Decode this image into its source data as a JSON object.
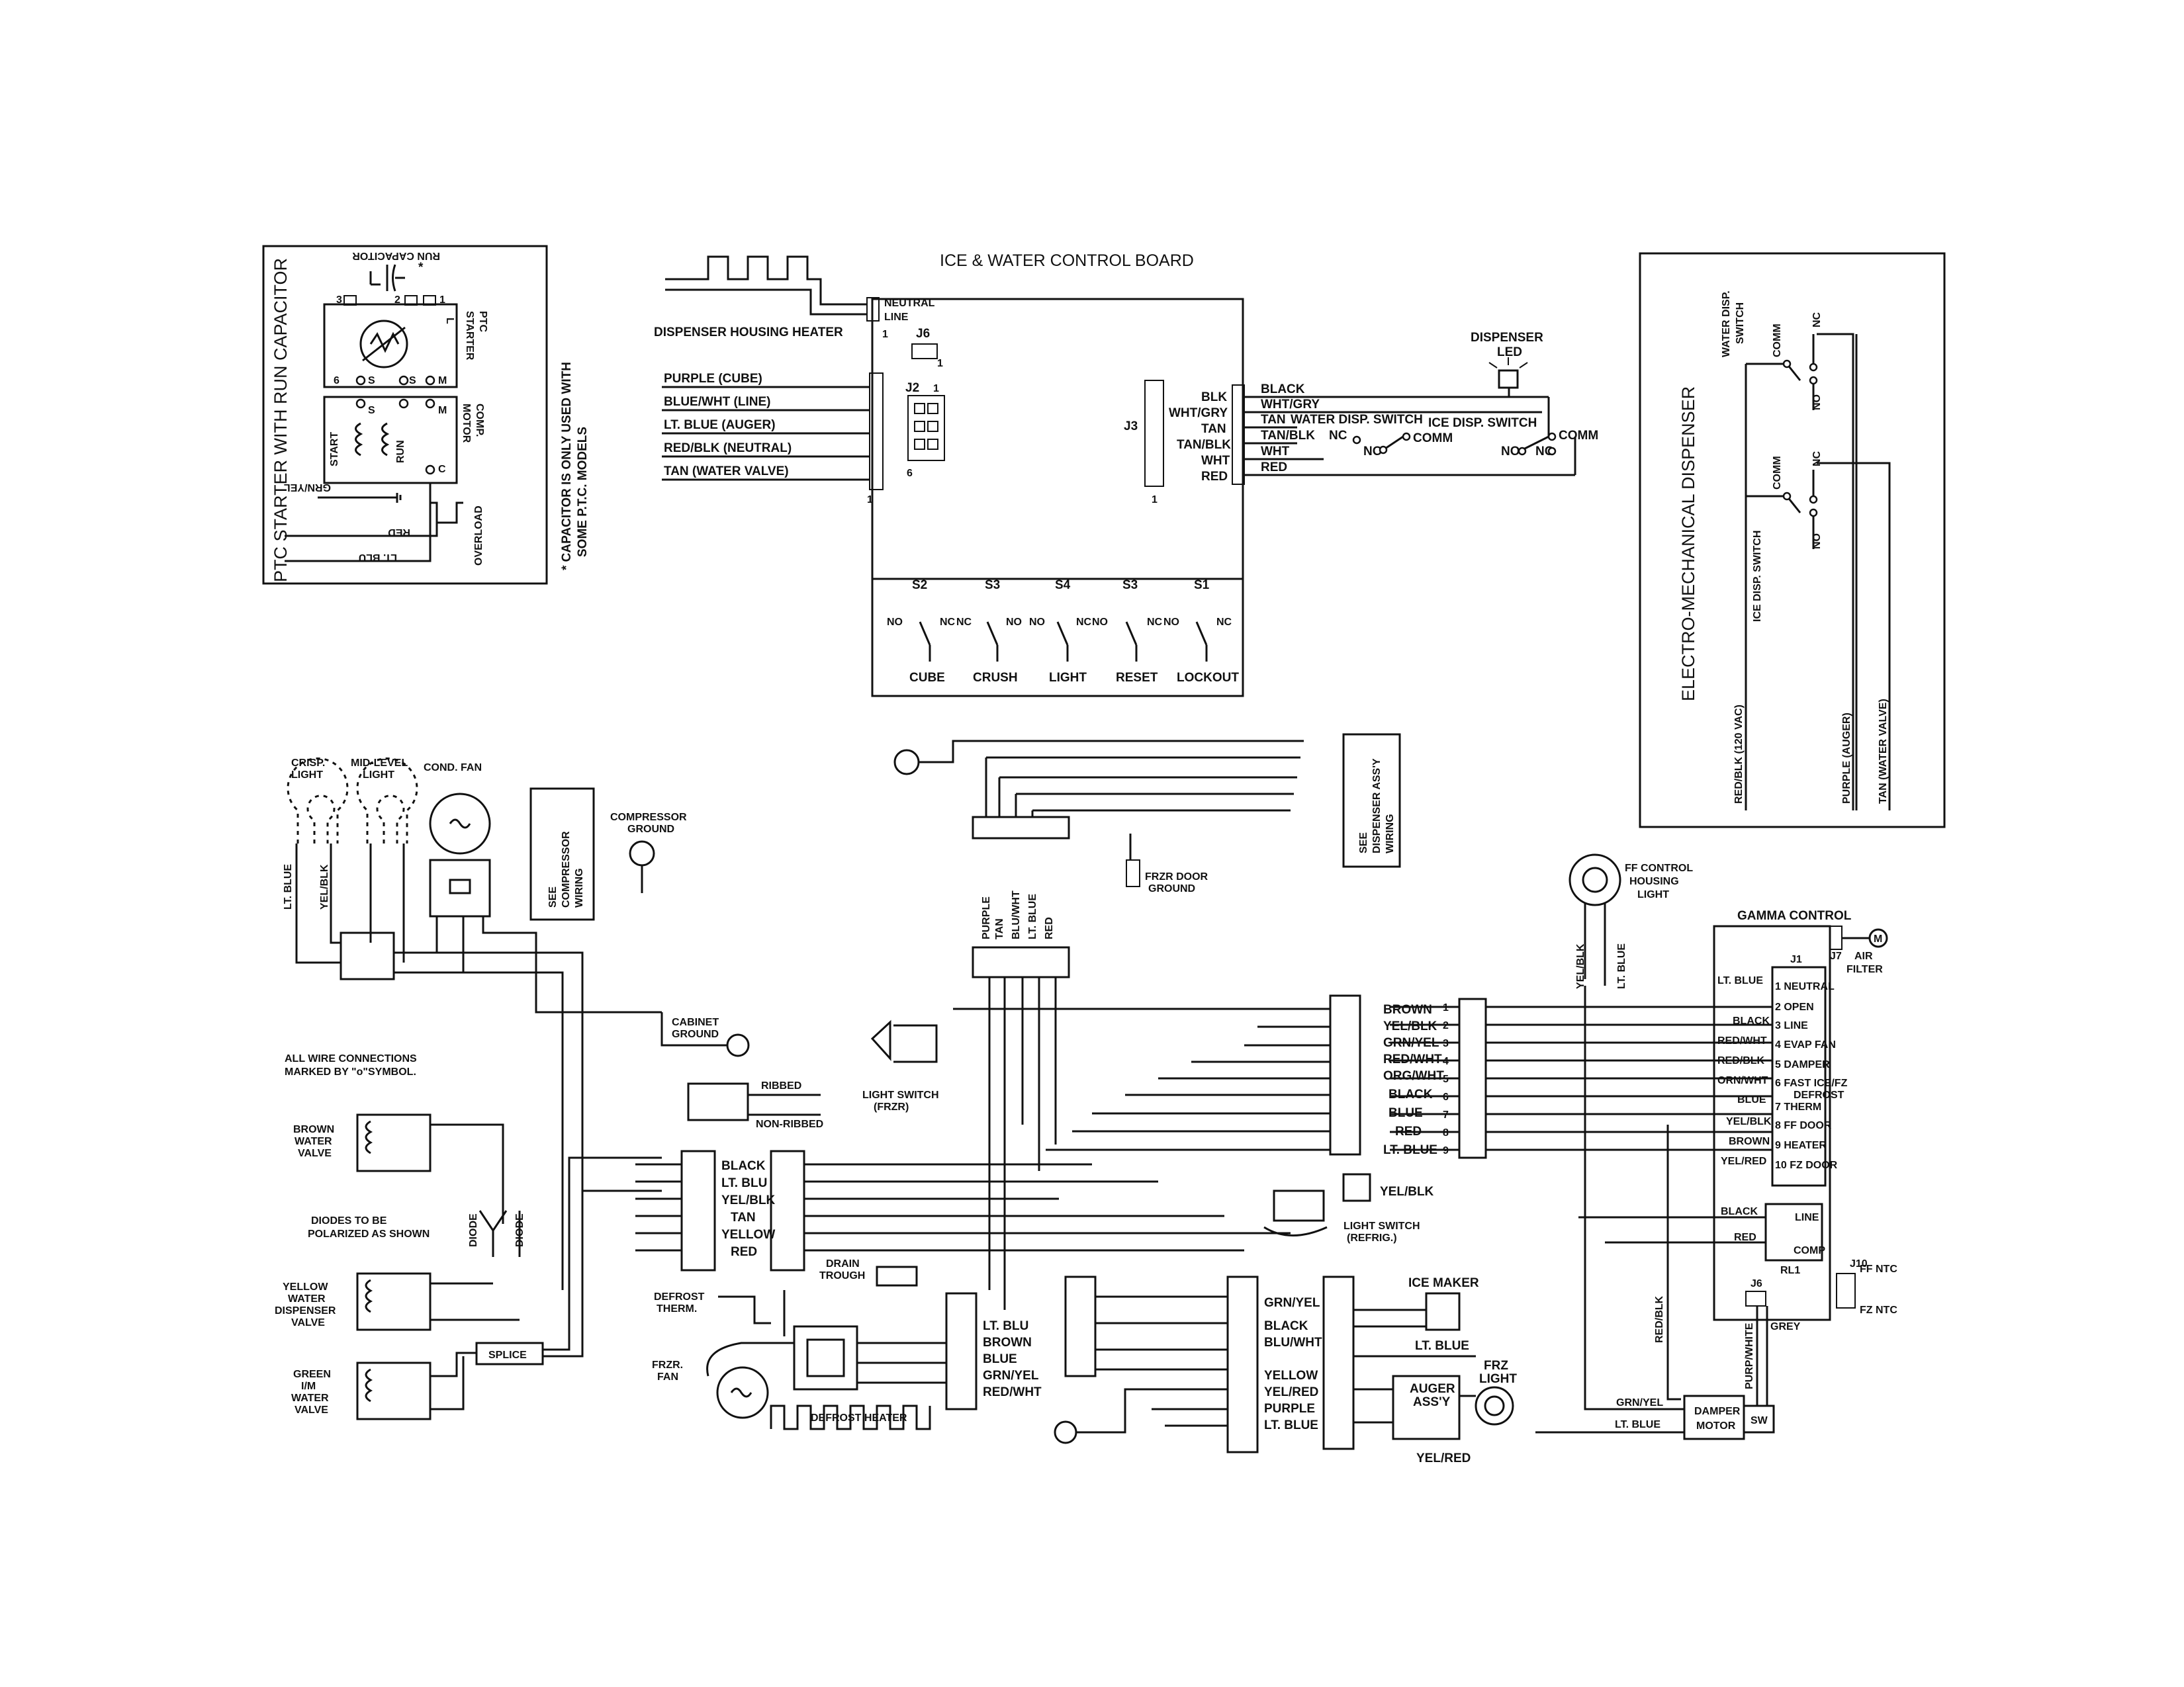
{
  "ptc": {
    "title": "PTC STARTER WITH RUN CAPACITOR",
    "run_capacitor": "RUN CAPACITOR",
    "star": "*",
    "note": "* CAPACITOR IS ONLY USED WITH",
    "note2": "SOME P.T.C. MODELS",
    "ptc_starter": "PTC",
    "ptc_starter2": "STARTER",
    "comp_motor": "COMP.",
    "comp_motor2": "MOTOR",
    "start": "START",
    "run": "RUN",
    "overload": "OVERLOAD",
    "grn_yel": "GRN/YEL",
    "red": "RED",
    "lt_blu": "LT. BLU",
    "pins": [
      "3",
      "2",
      "1",
      "6",
      "S",
      "S",
      "M",
      "S",
      "M",
      "C",
      "L"
    ]
  },
  "board": {
    "title": "ICE & WATER CONTROL BOARD",
    "heater": "DISPENSER HOUSING HEATER",
    "neutral": "NEUTRAL",
    "line": "LINE",
    "one": "1",
    "j6": "J6",
    "j2": "J2",
    "j3": "J3",
    "six": "6",
    "left_wires": [
      "PURPLE (CUBE)",
      "BLUE/WHT (LINE)",
      "LT. BLUE (AUGER)",
      "RED/BLK (NEUTRAL)",
      "TAN (WATER VALVE)"
    ],
    "j3_pins": [
      "BLK",
      "WHT/GRY",
      "TAN",
      "TAN/BLK",
      "WHT",
      "RED"
    ],
    "right_wires": [
      "BLACK",
      "WHT/GRY",
      "TAN",
      "TAN/BLK",
      "WHT",
      "RED"
    ],
    "water_disp_switch": "WATER DISP. SWITCH",
    "ice_disp_switch": "ICE DISP. SWITCH",
    "nc": "NC",
    "no": "NO",
    "comm": "COMM",
    "dispenser_led": "DISPENSER",
    "dispenser_led2": "LED",
    "switch_ids": [
      "S2",
      "S3",
      "S4",
      "S3",
      "S1"
    ],
    "switch_names": [
      "CUBE",
      "CRUSH",
      "LIGHT",
      "RESET",
      "LOCKOUT"
    ]
  },
  "emd": {
    "title": "ELECTRO-MECHANICAL DISPENSER",
    "water_disp_switch": "WATER DISP.",
    "water_disp_switch2": "SWITCH",
    "ice_disp_switch": "ICE DISP. SWITCH",
    "comm": "COMM",
    "nc": "NC",
    "no": "NO",
    "wires": [
      "RED/BLK (120 VAC)",
      "PURPLE (AUGER)",
      "TAN (WATER VALVE)"
    ]
  },
  "lower": {
    "crisp_light": "CRISP.",
    "crisp_light2": "LIGHT",
    "mid_light": "MID-LEVEL",
    "mid_light2": "LIGHT",
    "cond_fan": "COND. FAN",
    "see_comp": "SEE",
    "see_comp2": "COMPRESSOR",
    "see_comp3": "WIRING",
    "comp_ground": "COMPRESSOR",
    "comp_ground2": "GROUND",
    "lt_blue": "LT. BLUE",
    "yel_blk": "YEL/BLK",
    "all_wire": "ALL WIRE CONNECTIONS",
    "all_wire2": "MARKED BY \"o\"SYMBOL.",
    "cabinet_ground": "CABINET",
    "cabinet_ground2": "GROUND",
    "ribbed": "RIBBED",
    "non_ribbed": "NON-RIBBED",
    "brown_valve": [
      "BROWN",
      "WATER",
      "VALVE"
    ],
    "diodes": "DIODES TO BE",
    "diodes2": "POLARIZED AS SHOWN",
    "diode": "DIODE",
    "yellow_valve": [
      "YELLOW",
      "WATER",
      "DISPENSER",
      "VALVE"
    ],
    "green_valve": [
      "GREEN",
      "I/M",
      "WATER",
      "VALVE"
    ],
    "splice": "SPLICE",
    "center_wires": [
      "BLACK",
      "LT. BLU",
      "YEL/BLK",
      "TAN",
      "YELLOW",
      "RED"
    ],
    "drain_trough": "DRAIN",
    "drain_trough2": "TROUGH",
    "defrost_therm": "DEFROST",
    "defrost_therm2": "THERM.",
    "frzr_fan": "FRZR.",
    "frzr_fan2": "FAN",
    "defrost_heater": "DEFROST HEATER",
    "fan_wires": [
      "LT. BLU",
      "BROWN",
      "BLUE",
      "GRN/YEL",
      "RED/WHT"
    ],
    "light_switch_frzr": "LIGHT SWITCH",
    "light_switch_frzr2": "(FRZR)",
    "harness_wires": [
      "PURPLE",
      "TAN",
      "BLU/WHT",
      "LT. BLUE",
      "RED"
    ],
    "frzr_door_ground": "FRZR DOOR",
    "frzr_door_ground2": "GROUND",
    "see_disp": "SEE",
    "see_disp2": "DISPENSER ASS'Y",
    "see_disp3": "WIRING",
    "mid_wires": [
      "BROWN",
      "YEL/BLK",
      "GRN/YEL",
      "RED/WHT",
      "ORG/WHT",
      "BLACK",
      "BLUE",
      "RED",
      "LT. BLUE"
    ],
    "light_switch_refrig": "LIGHT SWITCH",
    "light_switch_refrig2": "(REFRIG.)",
    "lower_mid_wires": [
      "GRN/YEL",
      "BLACK",
      "BLU/WHT",
      "YELLOW",
      "YEL/RED",
      "PURPLE",
      "LT. BLUE"
    ],
    "ice_maker": "ICE MAKER",
    "lt_blue_im": "LT. BLUE",
    "auger": "AUGER",
    "auger2": "ASS'Y",
    "frz_light": "FRZ",
    "frz_light2": "LIGHT",
    "yel_red": "YEL/RED"
  },
  "gamma": {
    "ff_housing": "FF CONTROL",
    "ff_housing2": "HOUSING",
    "ff_housing3": "LIGHT",
    "title": "GAMMA CONTROL",
    "j1": "J1",
    "j7": "J7",
    "air_filter": "AIR",
    "air_filter2": "FILTER",
    "m": "M",
    "pin_nums": [
      "1",
      "2",
      "3",
      "4",
      "5",
      "6",
      "7",
      "8",
      "9"
    ],
    "pins": [
      "1 NEUTRAL",
      "2 OPEN",
      "3 LINE",
      "4 EVAP FAN",
      "5 DAMPER",
      "6 FAST ICE/FZ",
      "DEFROST",
      "7 THERM",
      "8 FF DOOR",
      "9 HEATER",
      "10 FZ DOOR"
    ],
    "wire_labels": [
      "LT. BLUE",
      "BLACK",
      "RED/WHT",
      "RED/BLK",
      "ORN/WHT",
      "BLUE",
      "YEL/BLK",
      "BROWN",
      "YEL/RED"
    ],
    "vert_wires": [
      "YEL/BLK",
      "LT. BLUE"
    ],
    "relay": "RL1",
    "line": "LINE",
    "comp": "COMP",
    "black": "BLACK",
    "red": "RED",
    "j6": "J6",
    "j10": "J10",
    "ff_ntc": "FF NTC",
    "fz_ntc": "FZ NTC",
    "grey": "GREY",
    "purp_white": "PURP/WHITE",
    "red_blk": "RED/BLK",
    "grn_yel": "GRN/YEL",
    "lt_blue": "LT. BLUE",
    "damper": "DAMPER",
    "damper2": "MOTOR",
    "sw": "SW"
  }
}
